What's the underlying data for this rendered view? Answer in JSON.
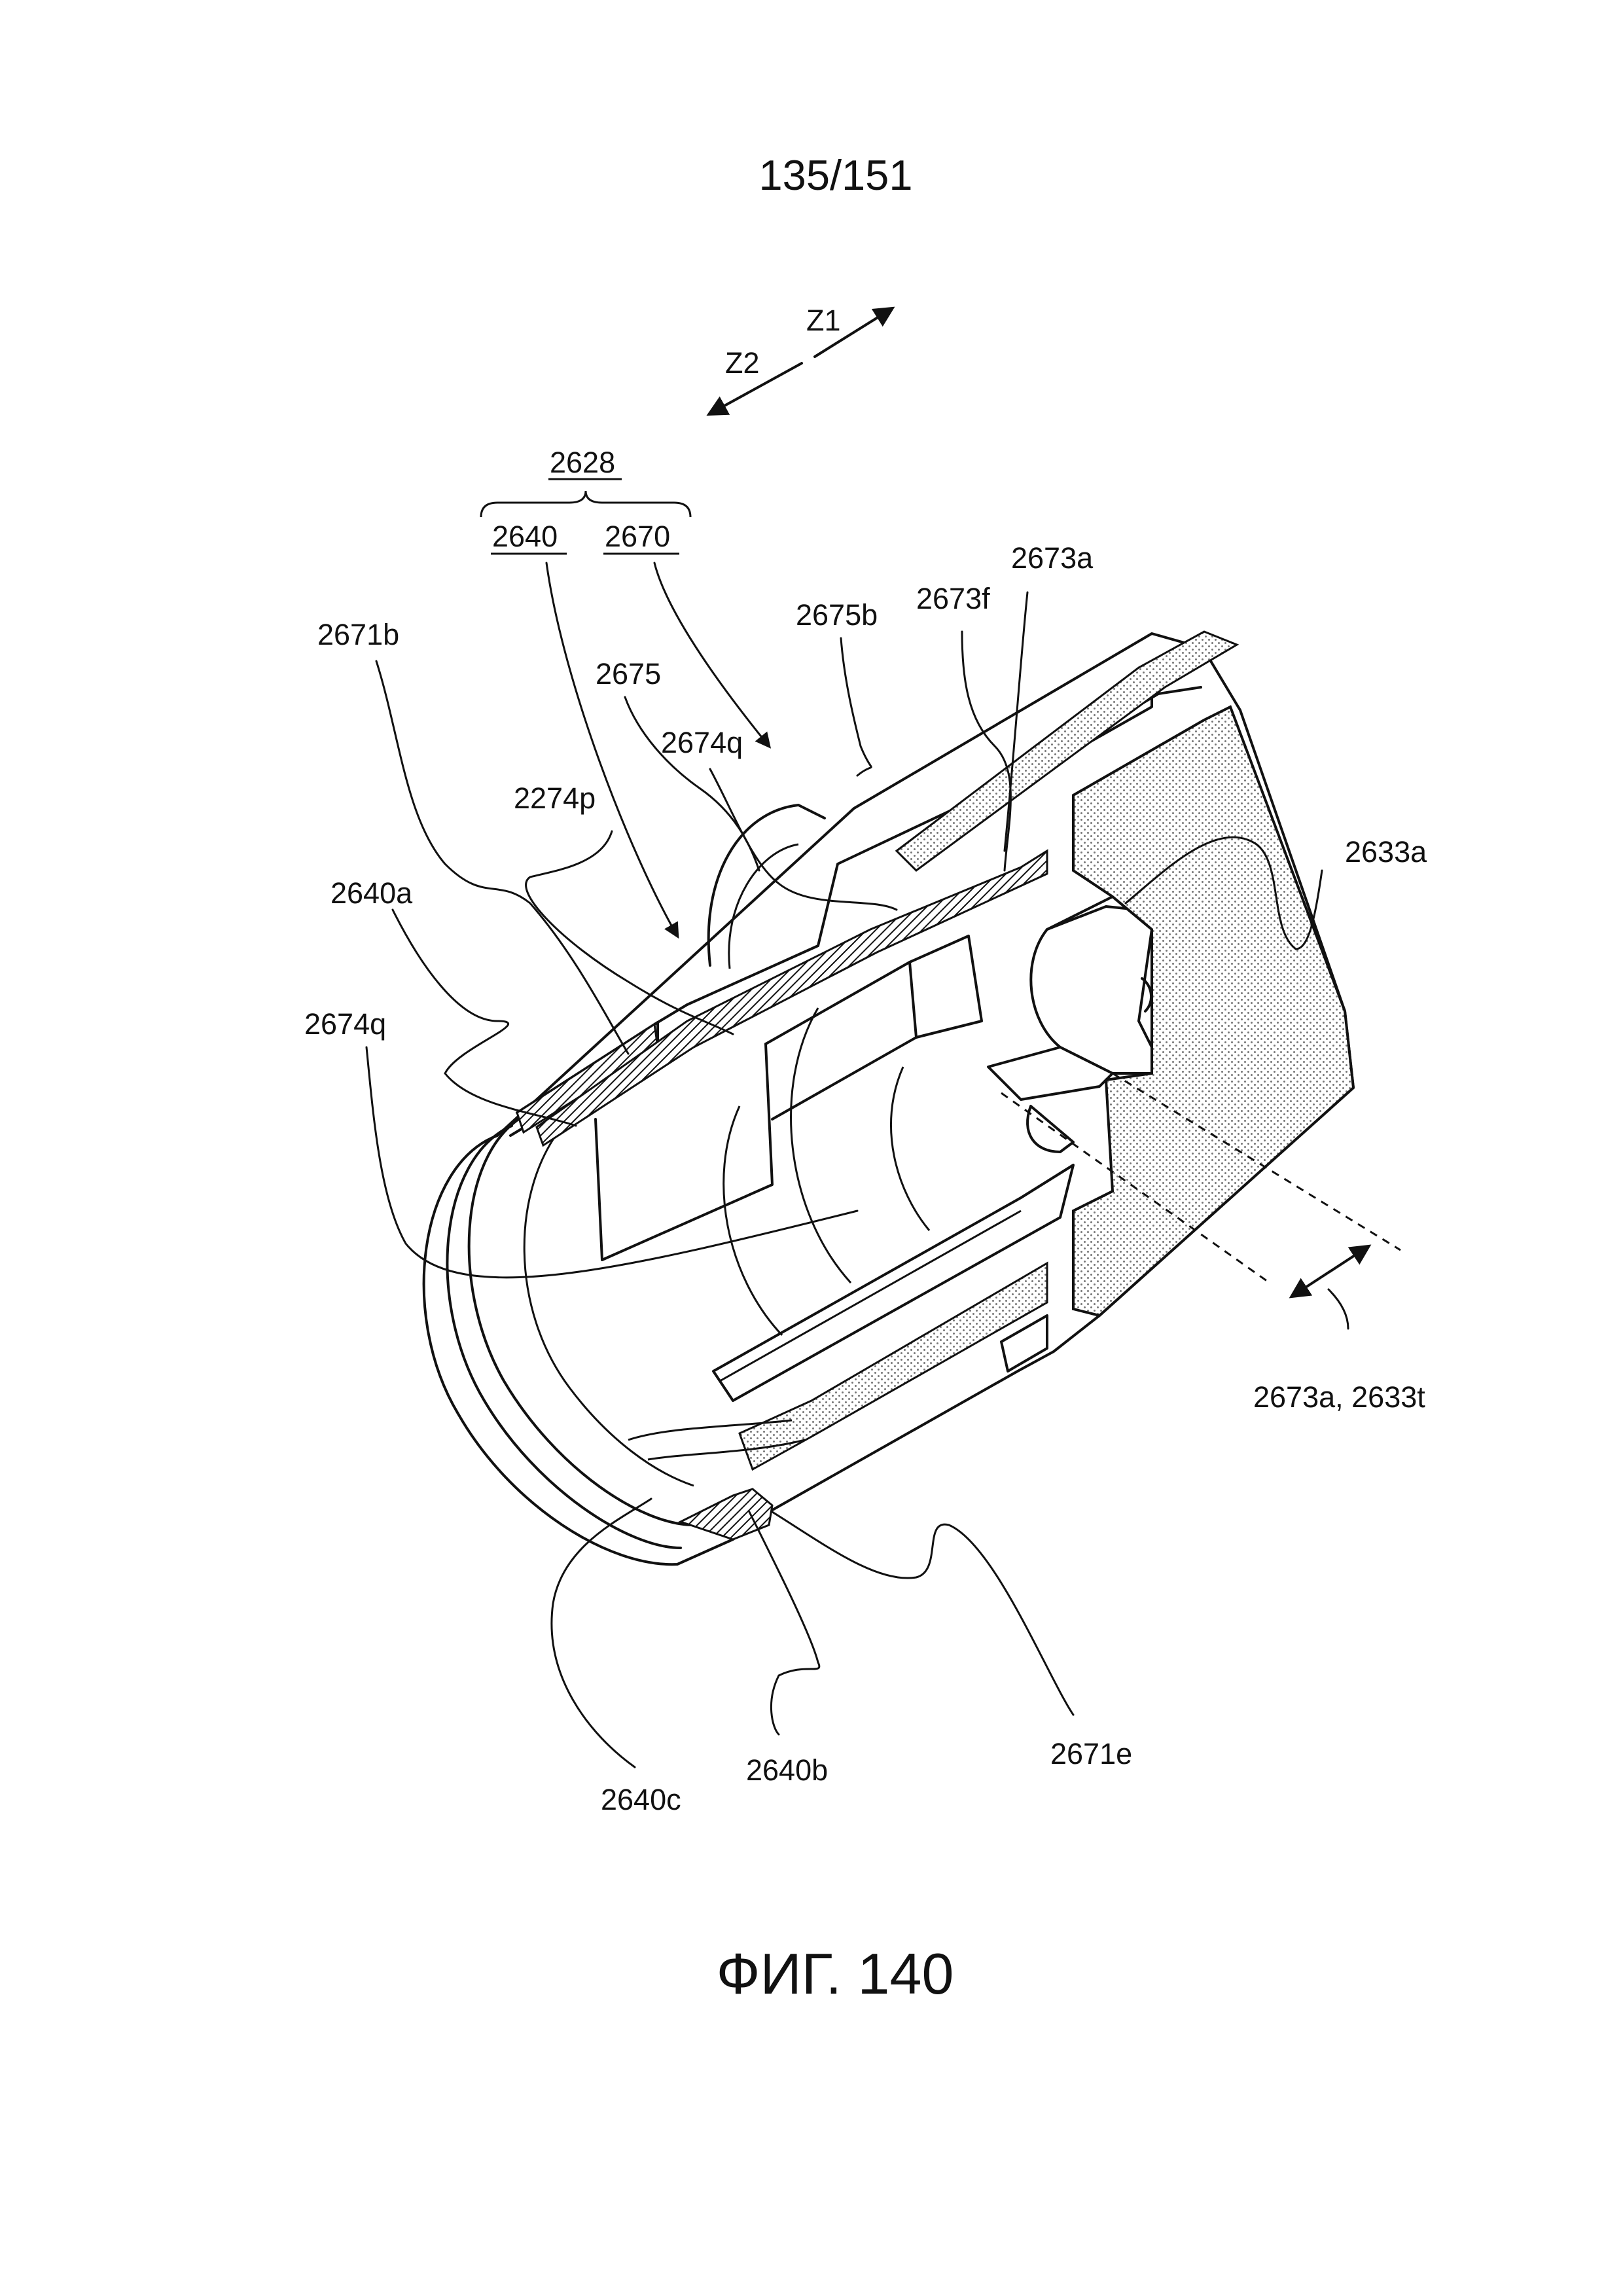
{
  "page_number": "135/151",
  "figure_caption": "ФИГ. 140",
  "direction": {
    "z1": "Z1",
    "z2": "Z2"
  },
  "group": {
    "parent": "2628",
    "child_left": "2640",
    "child_right": "2670"
  },
  "labels": {
    "l2671b": "2671b",
    "l2675": "2675",
    "l2675b": "2675b",
    "l2673f": "2673f",
    "l2673a": "2673a",
    "l2674q_top": "2674q",
    "l2274p": "2274p",
    "l2640a": "2640a",
    "l2674q_left": "2674q",
    "l2633a": "2633a",
    "l2673a_2633t": "2673a, 2633t",
    "l2640c": "2640c",
    "l2640b": "2640b",
    "l2671e": "2671e"
  }
}
